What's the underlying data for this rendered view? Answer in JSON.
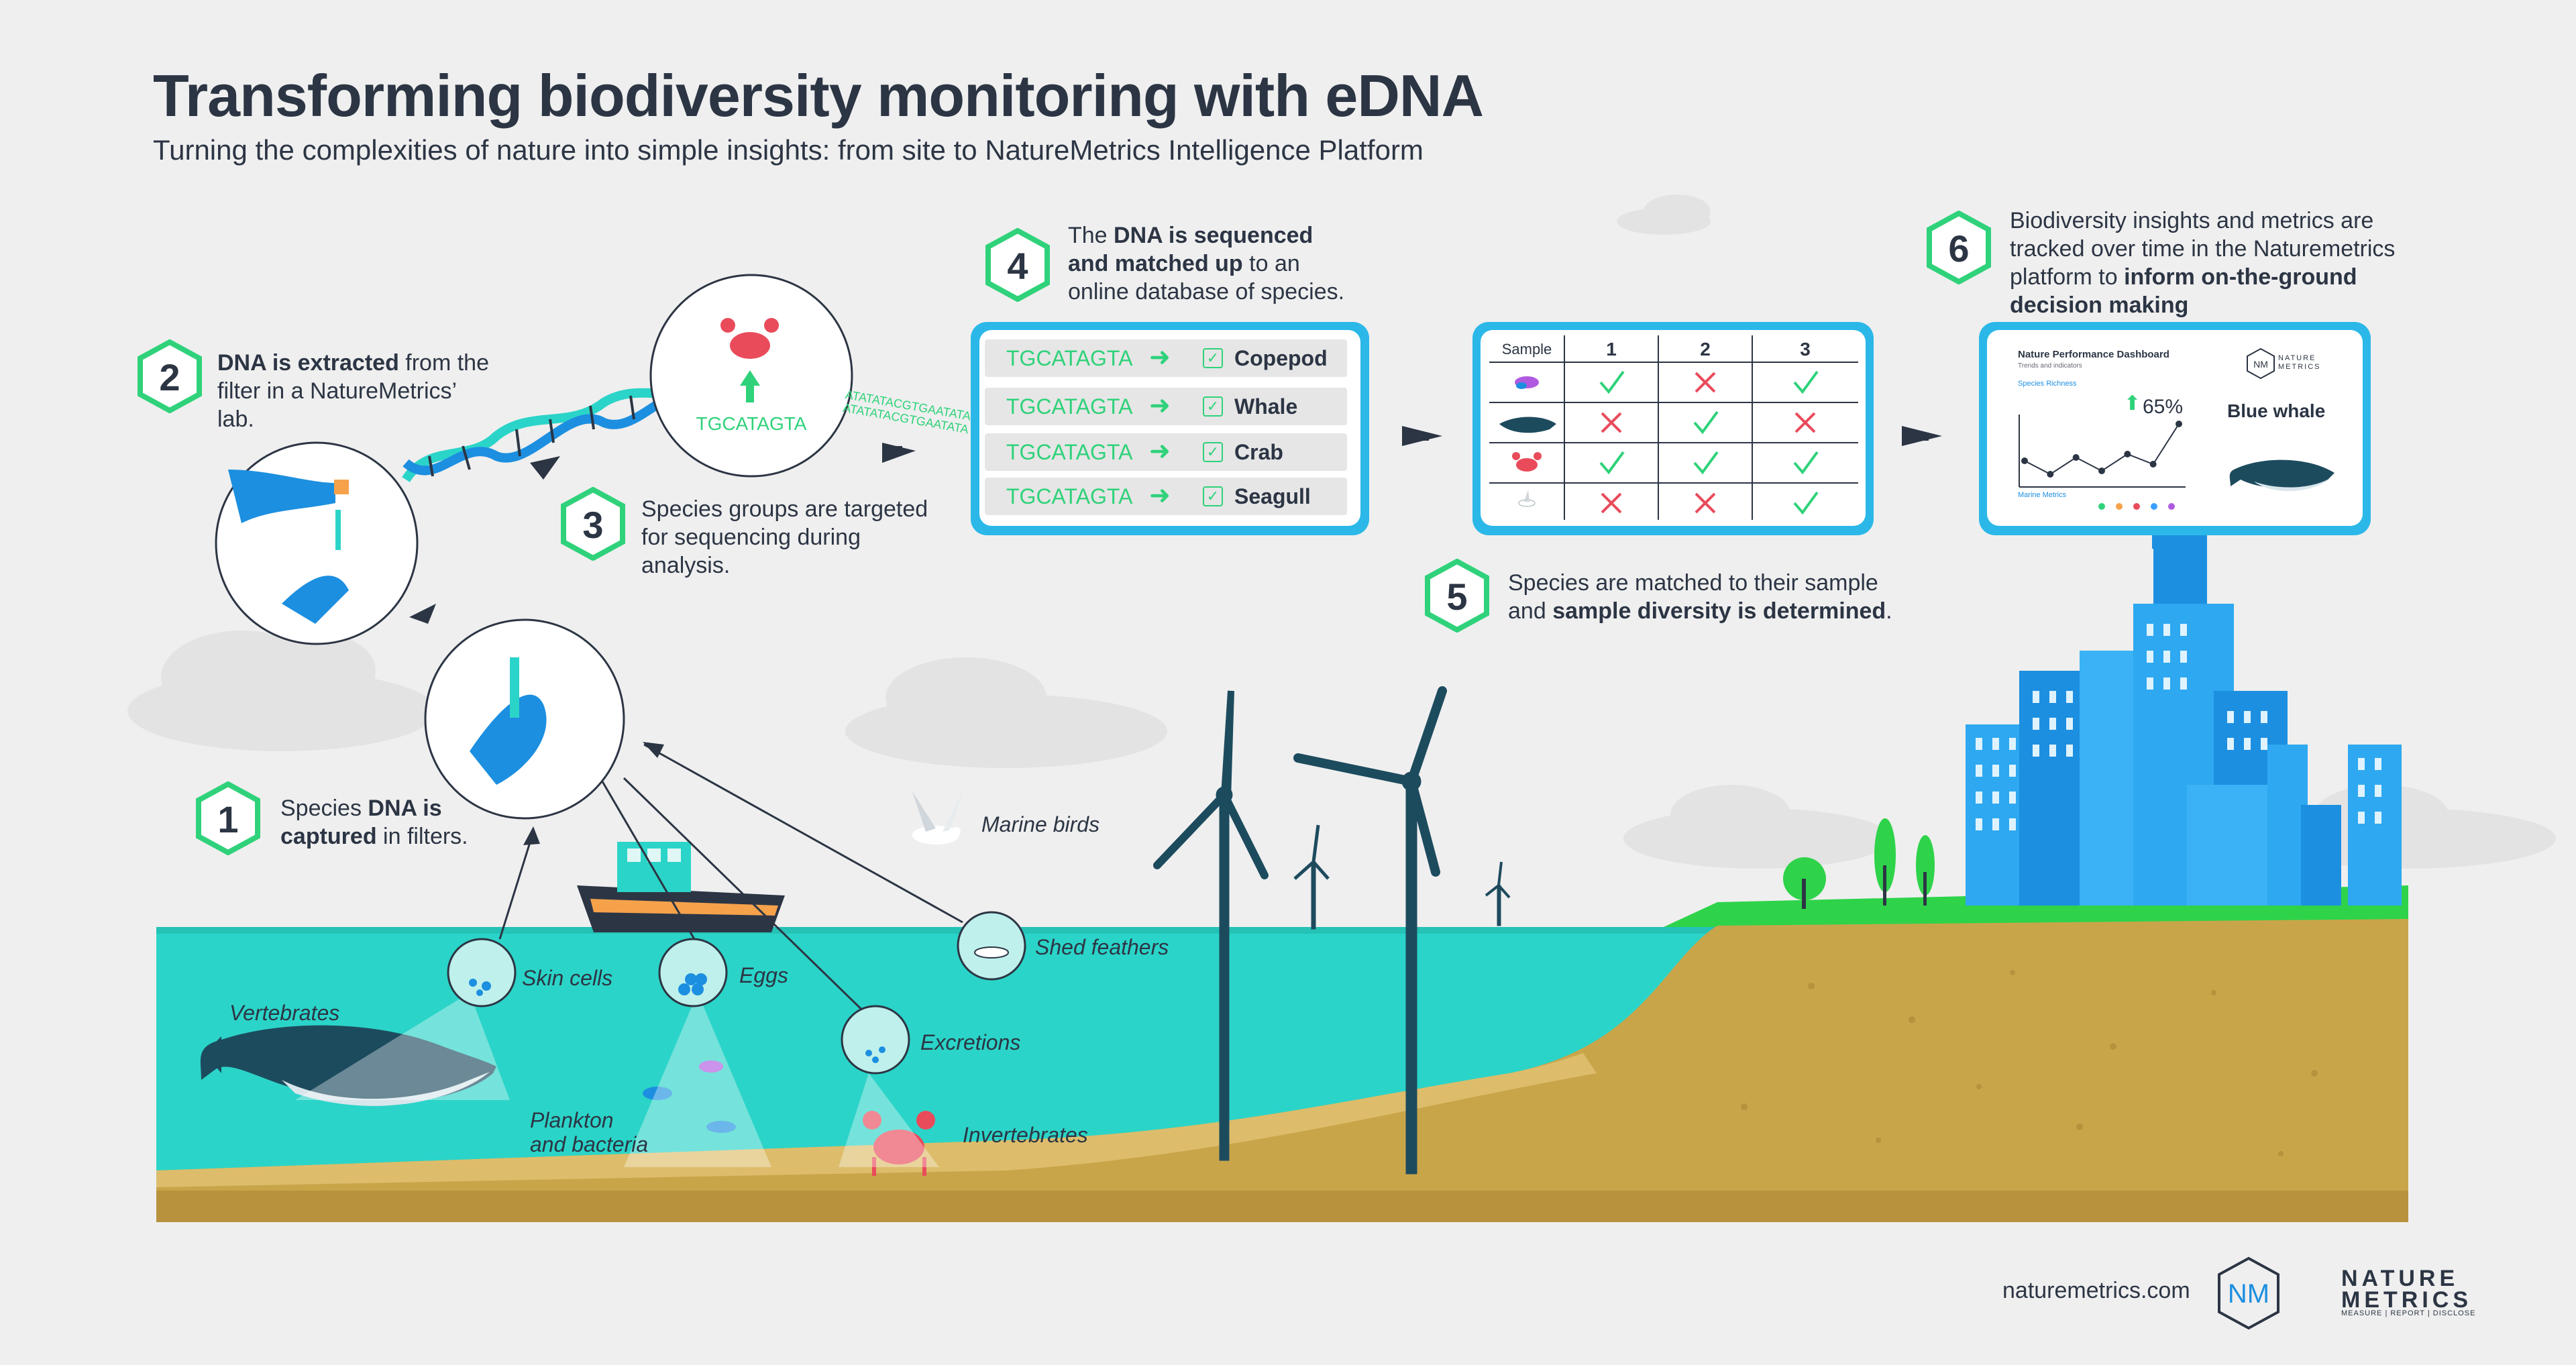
{
  "header": {
    "title": "Transforming biodiversity monitoring with eDNA",
    "subtitle": "Turning the complexities of nature into simple insights: from site to NatureMetrics Intelligence Platform"
  },
  "steps": [
    {
      "number": "1",
      "pre": "Species ",
      "bold": "DNA is captured",
      "post": " in  filters."
    },
    {
      "number": "2",
      "pre": "",
      "bold": "DNA is extracted",
      "post": " from the filter in a NatureMetrics’ lab."
    },
    {
      "number": "3",
      "pre": "Species groups are targeted for sequencing during analysis.",
      "bold": "",
      "post": ""
    },
    {
      "number": "4",
      "pre": "The  ",
      "bold": "DNA is sequenced and matched up",
      "post": " to an online database of species."
    },
    {
      "number": "5",
      "pre": "Species are matched to their sample and ",
      "bold": "sample diversity is determined",
      "post": "."
    },
    {
      "number": "6",
      "pre": "Biodiversity insights and metrics are tracked over time in the Naturemetrics platform to ",
      "bold": "inform on-the-ground decision making",
      "post": ""
    }
  ],
  "crab_circle": {
    "code": "TGCATAGTA"
  },
  "dna_strand_text": [
    "ATATATACGTGAATATA",
    "ATATATACGTGAATATA"
  ],
  "sequence_table": {
    "rows": [
      {
        "code": "TGCATAGTA",
        "species": "Copepod"
      },
      {
        "code": "TGCATAGTA",
        "species": "Whale"
      },
      {
        "code": "TGCATAGTA",
        "species": "Crab"
      },
      {
        "code": "TGCATAGTA",
        "species": "Seagull"
      }
    ]
  },
  "sample_table": {
    "header": [
      "Sample",
      "1",
      "2",
      "3"
    ],
    "rows": [
      {
        "icon": "copepod-icon",
        "results": [
          true,
          false,
          true
        ]
      },
      {
        "icon": "whale-icon",
        "results": [
          false,
          true,
          false
        ]
      },
      {
        "icon": "crab-icon",
        "results": [
          true,
          true,
          true
        ]
      },
      {
        "icon": "seagull-icon",
        "results": [
          false,
          false,
          true
        ]
      }
    ]
  },
  "dashboard": {
    "title": "Nature Performance Dashboard",
    "subtitle": "Trends and indicators",
    "metric_label": "Species Richness",
    "metric_value": "65%",
    "chart_label": "Marine Metrics",
    "brand": "NATURE METRICS",
    "species": "Blue whale",
    "trend": [
      0.35,
      0.15,
      0.4,
      0.2,
      0.45,
      0.3,
      0.9
    ],
    "dot_colors": [
      "#2fd27a",
      "#f5a24b",
      "#e94b5b",
      "#3aa0ff",
      "#b05ae0"
    ]
  },
  "scene_labels": {
    "skin_cells": "Skin cells",
    "eggs": "Eggs",
    "excretions": "Excretions",
    "shed_feathers": "Shed feathers",
    "marine_birds": "Marine birds",
    "vertebrates": "Vertebrates",
    "plankton": [
      "Plankton",
      "and bacteria"
    ],
    "invertebrates": "Invertebrates"
  },
  "footer": {
    "url": "naturemetrics.com",
    "logo_initials": "NM",
    "logo_name_1": "NATURE",
    "logo_name_2": "METRICS",
    "logo_tag": "MEASURE | REPORT | DISCLOSE"
  },
  "colors": {
    "dark": "#2c3544",
    "teal": "#2bd4c8",
    "green": "#2fd27a",
    "red": "#e94b5b",
    "blue": "#1c8fe0",
    "sand": "#c9a54a",
    "grass": "#2ed34a"
  }
}
